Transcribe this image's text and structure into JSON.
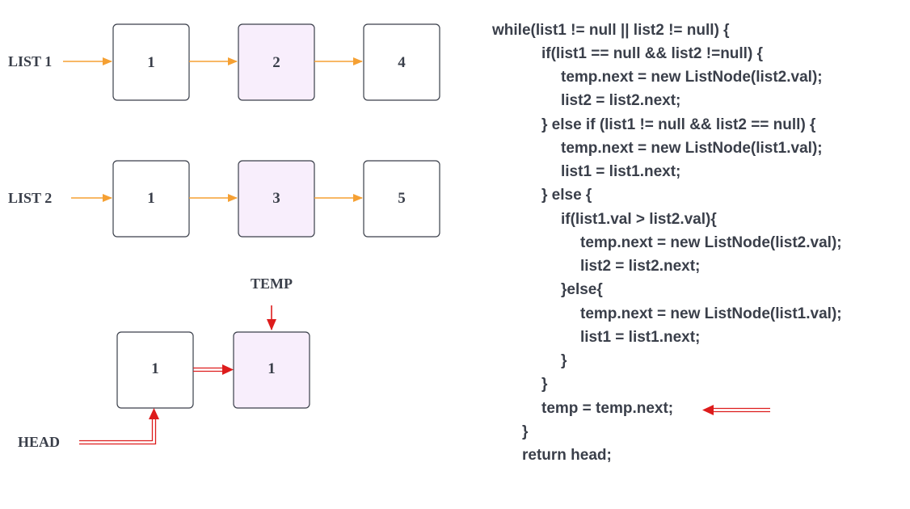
{
  "lists": {
    "list1": {
      "label": "LIST 1",
      "nodes": [
        "1",
        "2",
        "4"
      ]
    },
    "list2": {
      "label": "LIST 2",
      "nodes": [
        "1",
        "3",
        "5"
      ]
    }
  },
  "result": {
    "nodes": [
      "1",
      "1"
    ],
    "temp_label": "TEMP",
    "head_label": "HEAD"
  },
  "code": [
    "while(list1 != null || list2 != null) {",
    "if(list1 == null && list2 !=null) {",
    "temp.next = new ListNode(list2.val);",
    "list2 = list2.next;",
    "} else if (list1 != null && list2 == null) {",
    "temp.next = new ListNode(list1.val);",
    "list1 = list1.next;",
    "} else {",
    "if(list1.val > list2.val){",
    "temp.next = new ListNode(list2.val);",
    "list2 = list2.next;",
    "}else{",
    "temp.next = new ListNode(list1.val);",
    "list1 = list1.next;",
    "}",
    "}",
    "temp = temp.next;",
    "}",
    "return head;"
  ],
  "colors": {
    "highlight_fill": "#f8eefc",
    "node_fill": "#ffffff",
    "node_stroke": "#3a3f4a",
    "orange_arrow": "#f5a033",
    "red_arrow": "#dd1c1c",
    "text": "#3a3f4a"
  }
}
